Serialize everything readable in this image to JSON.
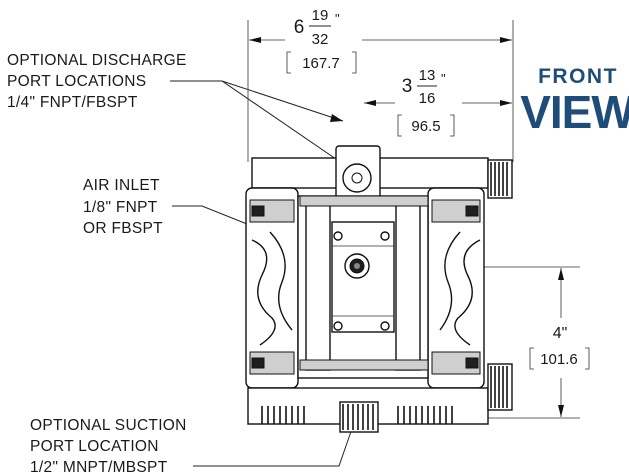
{
  "view_title": {
    "line1": "FRONT",
    "line2": "VIEW",
    "color": "#1f4d7a"
  },
  "callouts": {
    "discharge": [
      "OPTIONAL DISCHARGE",
      "PORT LOCATIONS",
      "1/4\" FNPT/FBSPT"
    ],
    "air_inlet": [
      "AIR INLET",
      "1/8\" FNPT",
      "OR FBSPT"
    ],
    "suction": [
      "OPTIONAL SUCTION",
      "PORT LOCATION",
      "1/2\" MNPT/MBSPT"
    ]
  },
  "dimensions": {
    "overall_width": {
      "whole": "6",
      "numerator": "19",
      "denominator": "32",
      "unit_mark": "\"",
      "metric": "167.7"
    },
    "half_width": {
      "whole": "3",
      "numerator": "13",
      "denominator": "16",
      "unit_mark": "\"",
      "metric": "96.5"
    },
    "inlet_height": {
      "imperial": "4\"",
      "metric": "101.6"
    }
  }
}
